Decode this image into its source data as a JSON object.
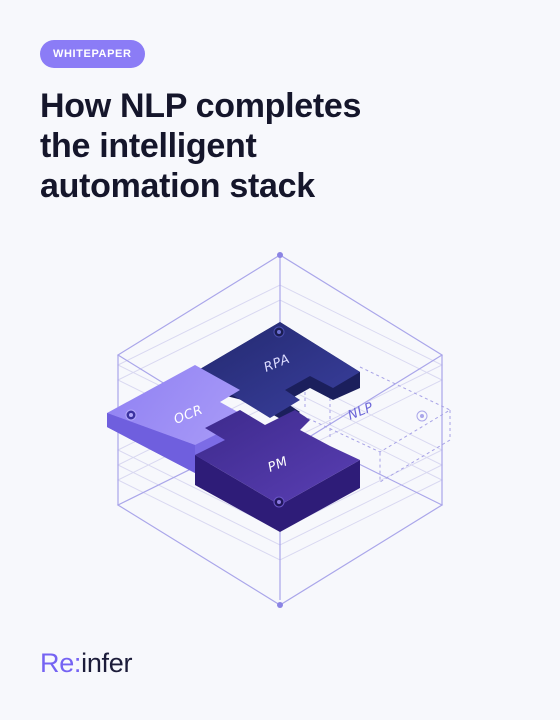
{
  "badge": {
    "label": "WHITEPAPER"
  },
  "title": {
    "lines": [
      "How NLP completes",
      "the intelligent",
      "automation stack"
    ]
  },
  "illustration": {
    "pieces": {
      "rpa": "RPA",
      "ocr": "OCR",
      "pm": "PM",
      "nlp": "NLP"
    }
  },
  "logo": {
    "part1": "Re",
    "separator": ":",
    "part2": "infer"
  },
  "colors": {
    "accent": "#8b7cf6",
    "title": "#15162b",
    "rpa_piece": "#2a2e82",
    "ocr_piece": "#9b8cf4",
    "pm_piece": "#4a2e9e",
    "outline": "#a8a4e8"
  }
}
